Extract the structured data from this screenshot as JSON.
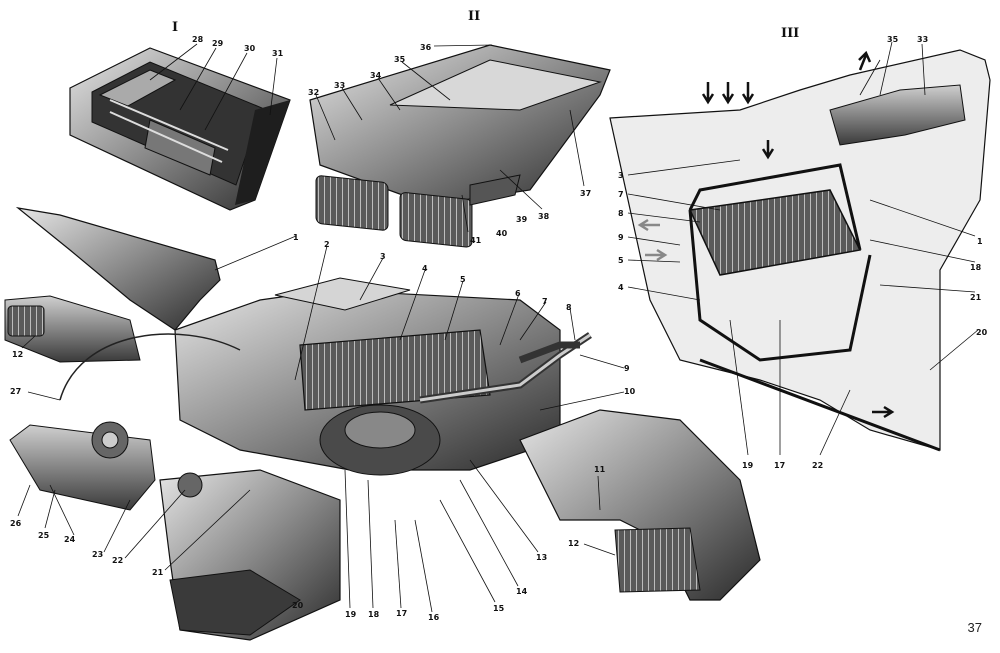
{
  "sections": {
    "one": "I",
    "two": "II",
    "three": "III"
  },
  "page_number": "37",
  "callouts": {
    "fig1": [
      "28",
      "29",
      "30",
      "31"
    ],
    "fig2": [
      "36",
      "35",
      "34",
      "33",
      "32",
      "37",
      "38",
      "39",
      "40",
      "41"
    ],
    "fig3": [
      "35",
      "33",
      "3",
      "7",
      "8",
      "9",
      "5",
      "4",
      "1",
      "18",
      "21",
      "20",
      "19",
      "17",
      "22"
    ],
    "main": [
      "1",
      "2",
      "3",
      "4",
      "5",
      "6",
      "7",
      "8",
      "9",
      "10",
      "11",
      "12",
      "12",
      "13",
      "14",
      "15",
      "16",
      "17",
      "18",
      "19",
      "20",
      "21",
      "22",
      "23",
      "24",
      "25",
      "26",
      "27"
    ]
  }
}
